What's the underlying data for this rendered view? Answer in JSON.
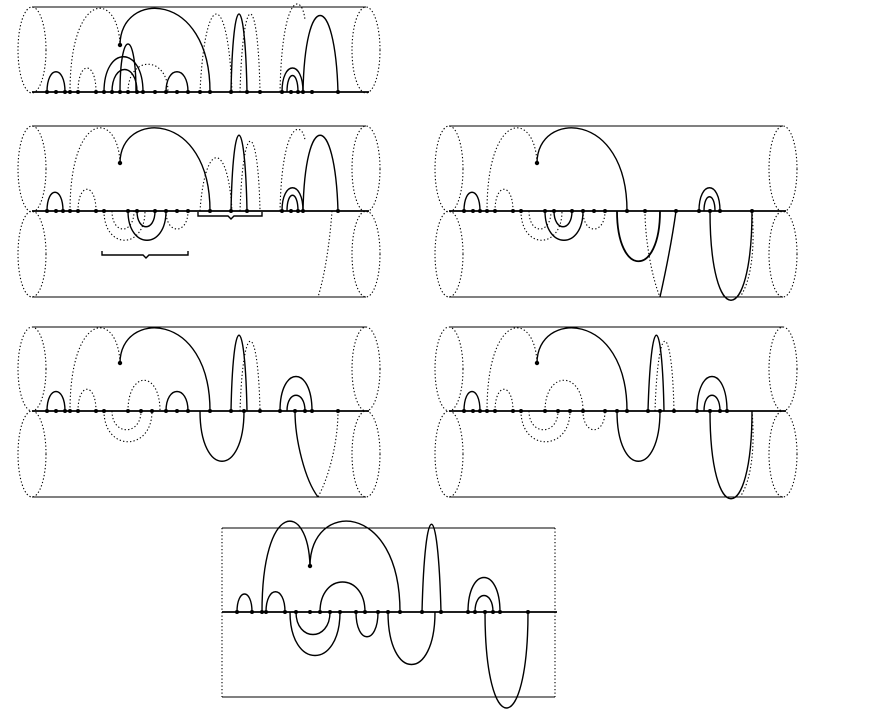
{
  "figure": {
    "panels": [
      {
        "id": "cylinder-top",
        "kind": "single-cylinder"
      },
      {
        "id": "double-cylinder-left",
        "kind": "double-cylinder"
      },
      {
        "id": "double-cylinder-right",
        "kind": "double-cylinder"
      },
      {
        "id": "double-cylinder-mid-left",
        "kind": "double-cylinder"
      },
      {
        "id": "double-cylinder-mid-right",
        "kind": "double-cylinder"
      },
      {
        "id": "planar-bottom",
        "kind": "rectangle"
      }
    ],
    "style": {
      "stroke": "#000000",
      "background": "#ffffff"
    }
  }
}
